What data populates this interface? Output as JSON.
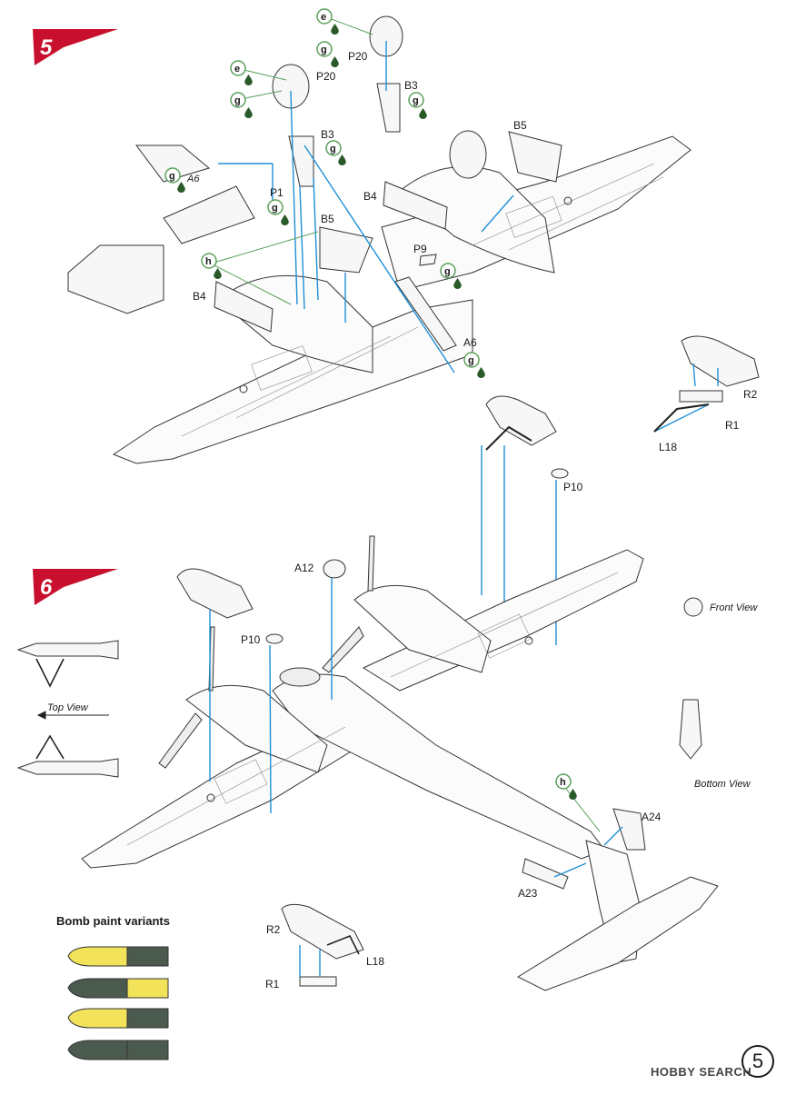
{
  "steps": [
    {
      "number": "5"
    },
    {
      "number": "6"
    }
  ],
  "paints": {
    "e": "e",
    "g": "g",
    "h": "h"
  },
  "parts": {
    "p20": "P20",
    "b3": "B3",
    "b5": "B5",
    "b4": "B4",
    "a6": "A6",
    "p1": "P1",
    "p9": "P9",
    "p10": "P10",
    "r1": "R1",
    "r2": "R2",
    "l18": "L18",
    "a12": "A12",
    "a23": "A23",
    "a24": "A24"
  },
  "views": {
    "front": "Front View",
    "top": "Top View",
    "bottom": "Bottom View"
  },
  "bomb_variants": {
    "title": "Bomb paint variants",
    "items": [
      {
        "body": "#f2e35a",
        "tail": "#4b5a4f"
      },
      {
        "body": "#4b5a4f",
        "tail": "#f2e35a"
      },
      {
        "body": "#f2e35a",
        "tail": "#4b5a4f"
      },
      {
        "body": "#4b5a4f",
        "tail": "#4b5a4f"
      }
    ]
  },
  "page_number": "5",
  "watermark": "HOBBY SEARCH",
  "colors": {
    "accent": "#c8102e",
    "line": "#1f8fd6",
    "paint_green": "#5aa05a"
  }
}
